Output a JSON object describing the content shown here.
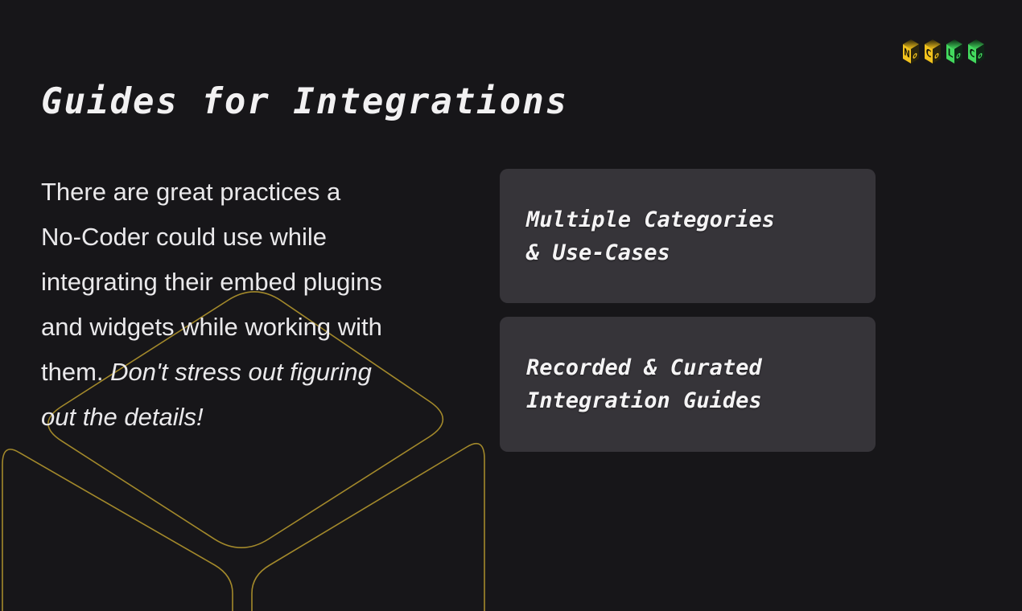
{
  "slide": {
    "title": "Guides for Integrations",
    "paragraph": {
      "line1": "There are great practices a",
      "line2": "No-Coder could use while",
      "line3": "integrating their embed plugins",
      "line4": "and widgets while working with",
      "line5_normal": "them. ",
      "line5_italic": "Don't stress out figuring",
      "line6_italic": "out the details!"
    },
    "cards": [
      {
        "line1": "Multiple Categories",
        "line2": "& Use-Cases"
      },
      {
        "line1": "Recorded & Curated",
        "line2": "Integration Guides"
      }
    ]
  },
  "logo": {
    "name": "NoCoLoCo",
    "cubes": [
      {
        "letter": "N",
        "o": "o",
        "color": "#f2c21d",
        "side": "#2a250e"
      },
      {
        "letter": "C",
        "o": "o",
        "color": "#f2c21d",
        "side": "#2a250e"
      },
      {
        "letter": "L",
        "o": "o",
        "color": "#43d95e",
        "side": "#0e2616"
      },
      {
        "letter": "C",
        "o": "o",
        "color": "#43d95e",
        "side": "#0e2616"
      }
    ]
  },
  "colors": {
    "background": "#171619",
    "card_background": "#363439",
    "title_text": "#f2f1f2",
    "body_text": "#eae9eb",
    "card_text": "#f5f4f5",
    "wireframe_gold": "#a3892b",
    "logo_yellow": "#f2c21d",
    "logo_green": "#43d95e"
  }
}
